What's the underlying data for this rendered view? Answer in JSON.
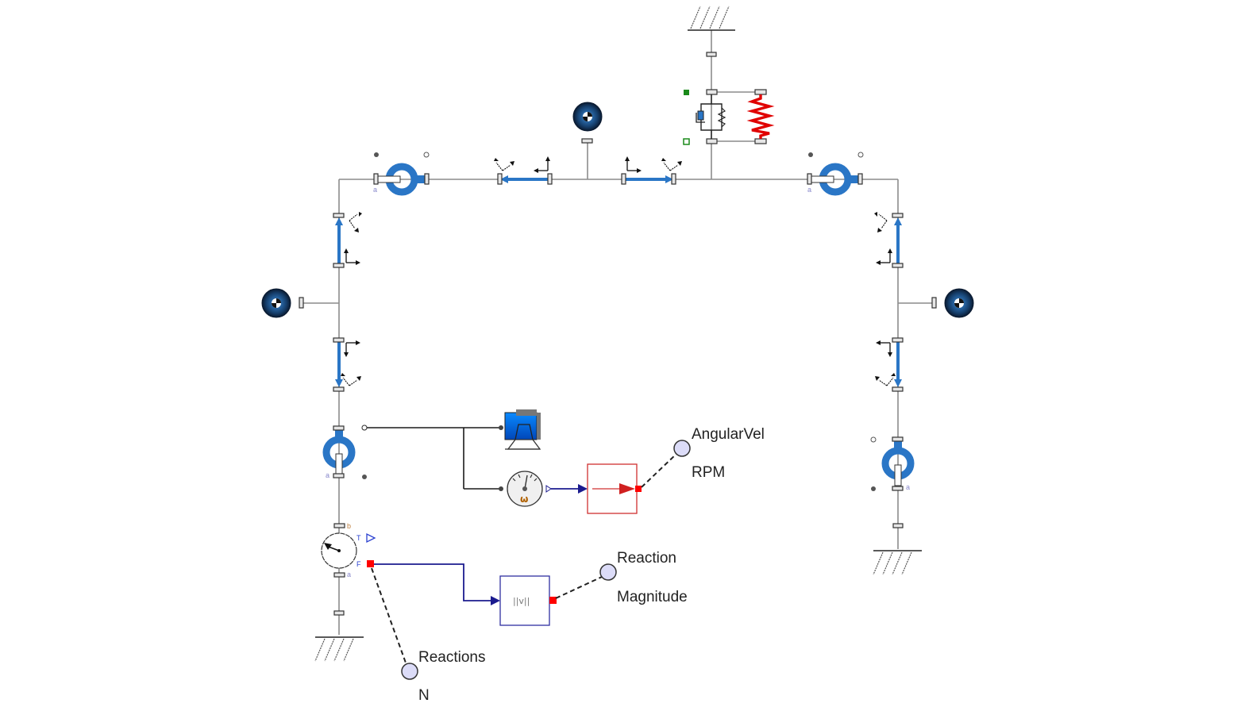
{
  "diagram": {
    "title": "Multibody frame model with revolute joints, spring-damper, motor and sensors",
    "colors": {
      "joint": "#2a76c6",
      "spring": "#e00000",
      "motor": "#0a6ee8",
      "signal": "#1b1b8f",
      "output_port": "#ff0000",
      "probe_fill": "#dcdcf8",
      "gain_block": "#d03030",
      "norm_block": "#3030a0",
      "state_marker": "#1a8a1a"
    },
    "components": [
      {
        "id": "ground-top",
        "type": "fixed-ground-icon"
      },
      {
        "id": "ground-left",
        "type": "fixed-ground-icon"
      },
      {
        "id": "ground-right",
        "type": "fixed-ground-icon"
      },
      {
        "id": "spring-damper",
        "type": "spring-damper-icon"
      },
      {
        "id": "spring",
        "type": "spring-icon"
      },
      {
        "id": "revolute-top-left",
        "type": "revolute-joint-icon",
        "port_label": "a"
      },
      {
        "id": "revolute-top-right",
        "type": "revolute-joint-icon",
        "port_label": "a"
      },
      {
        "id": "revolute-left",
        "type": "revolute-joint-icon",
        "port_label": "a"
      },
      {
        "id": "revolute-right",
        "type": "revolute-joint-icon",
        "port_label": "a"
      },
      {
        "id": "mass-top",
        "type": "center-of-mass-icon"
      },
      {
        "id": "mass-left",
        "type": "center-of-mass-icon"
      },
      {
        "id": "mass-right",
        "type": "center-of-mass-icon"
      },
      {
        "id": "motor",
        "type": "motor-icon"
      },
      {
        "id": "speed-sensor",
        "type": "speed-sensor-icon",
        "symbol": "ω"
      },
      {
        "id": "gain",
        "type": "gain-block-icon"
      },
      {
        "id": "force-sensor",
        "type": "force-torque-sensor-icon",
        "ports": [
          "b",
          "a",
          "T",
          "F"
        ]
      },
      {
        "id": "norm",
        "type": "vector-norm-block-icon",
        "symbol": "||v||"
      }
    ],
    "probes": [
      {
        "id": "angular-vel",
        "name": "AngularVel",
        "unit": "RPM"
      },
      {
        "id": "reaction-magnitude",
        "name": "Reaction",
        "unit": "Magnitude"
      },
      {
        "id": "reactions",
        "name": "Reactions",
        "unit": "N"
      }
    ],
    "port_labels": {
      "a": "a",
      "b": "b",
      "T": "T",
      "F": "F",
      "omega": "ω",
      "norm": "||v||"
    }
  }
}
